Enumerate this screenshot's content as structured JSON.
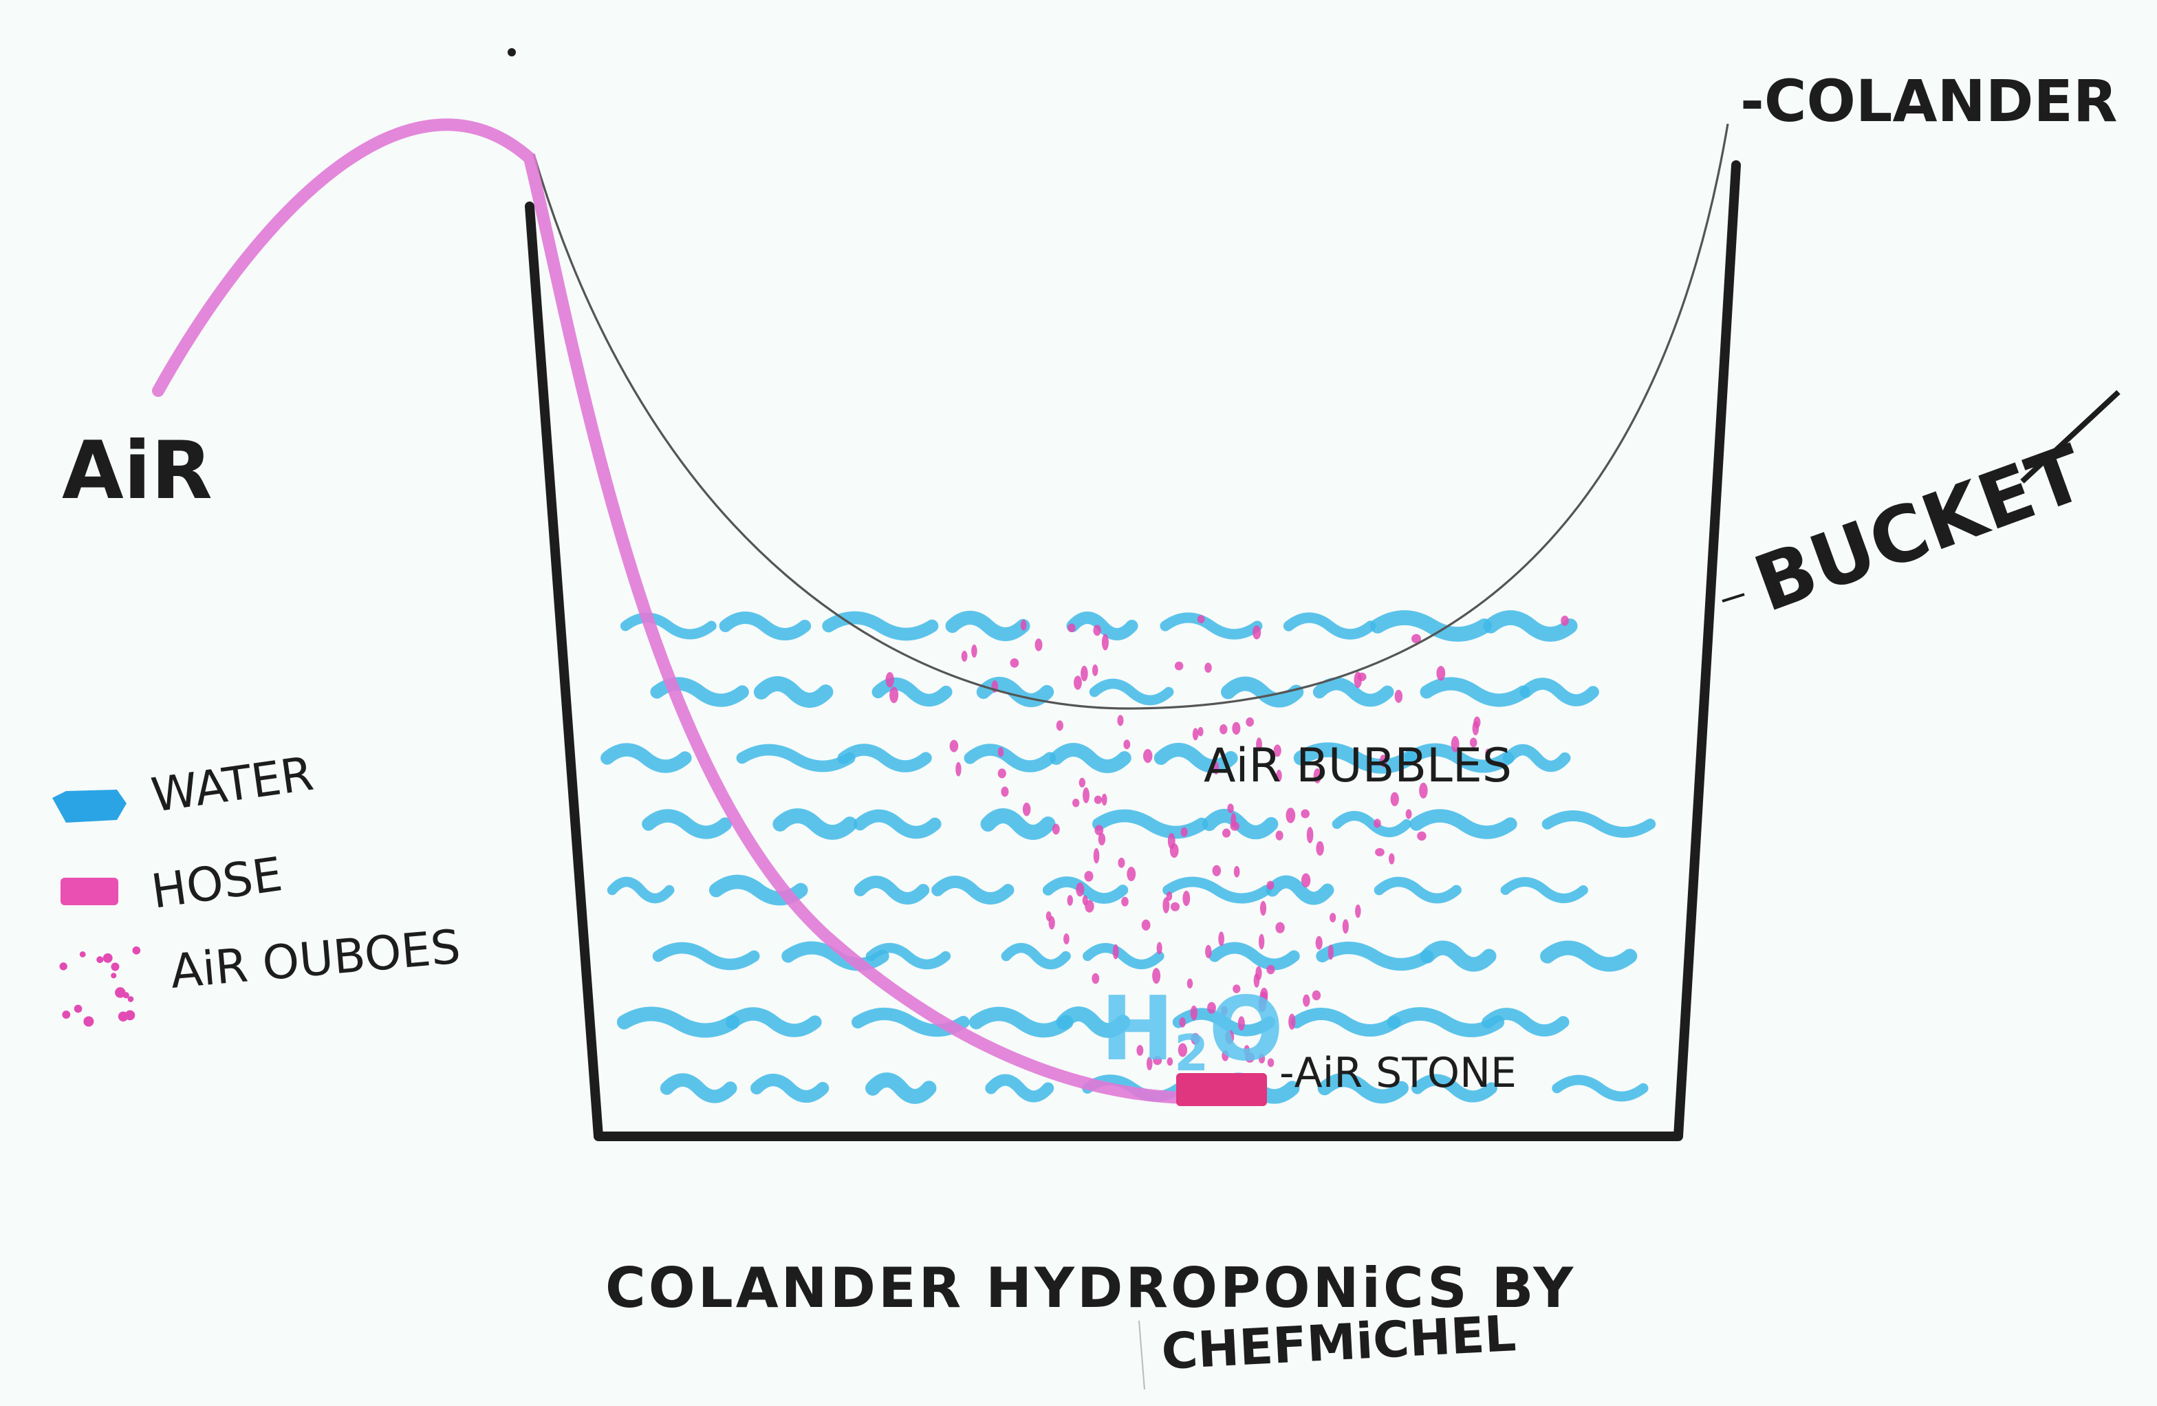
{
  "labels": {
    "air": "AiR",
    "colander": "COLANDER",
    "bucket": "BUCKET",
    "air_bubbles": "AiR BUBBLES",
    "air_stone": "AiR STONE",
    "h2o_main": "H",
    "h2o_sub": "2",
    "h2o_end": "O"
  },
  "legend": [
    {
      "label": "WATER",
      "color": "#2aa4e4"
    },
    {
      "label": "HOSE",
      "color": "#ea4fb2"
    },
    {
      "label": "AiR OUBOES",
      "color": "#e455b8"
    }
  ],
  "title": {
    "line1": "COLANDER  HYDROPONiCS  BY",
    "line2": "CHEFMiCHEL"
  },
  "colors": {
    "ink": "#1d1d1d",
    "water": "#3fb8e6",
    "hose": "#e07ad6",
    "bubbles": "#e24bb4",
    "airstone": "#e0357f",
    "paper": "#f7fbfa"
  }
}
